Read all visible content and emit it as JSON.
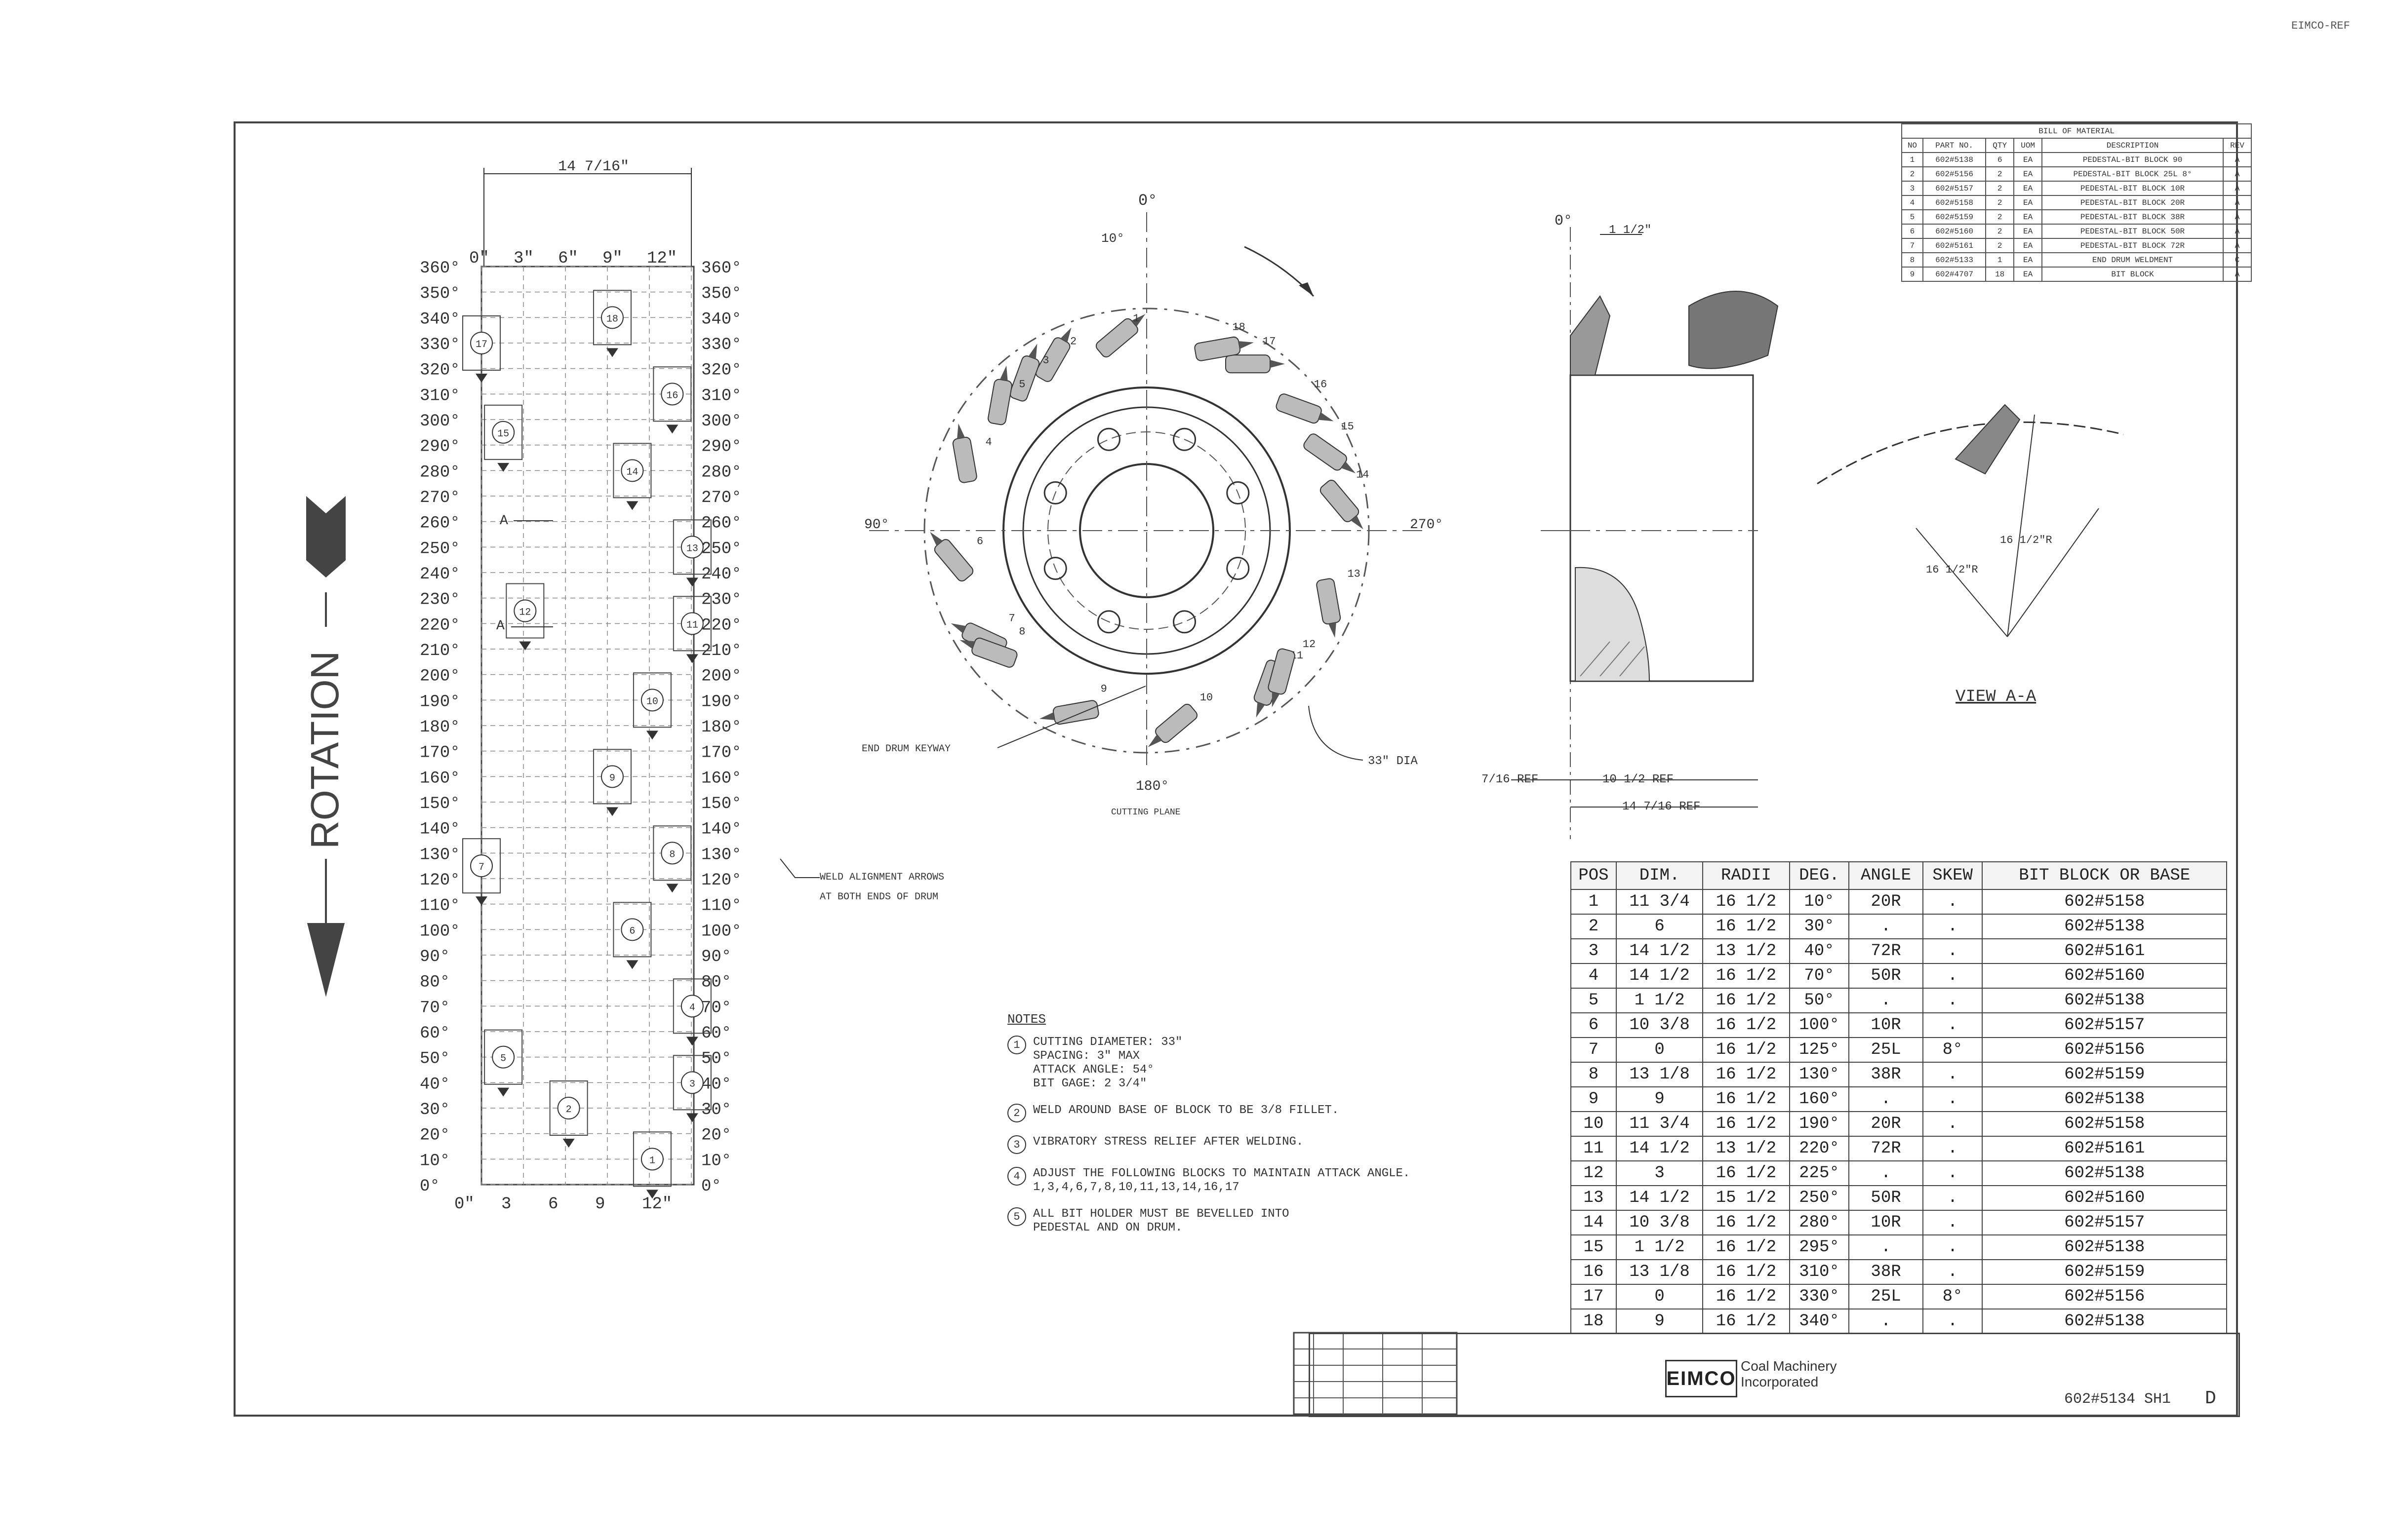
{
  "sheet_id": "EIMCO-REF",
  "layout_diagram": {
    "top_dimension": "14 7/16\"",
    "top_ticks": [
      "0\"",
      "3\"",
      "6\"",
      "9\"",
      "12\""
    ],
    "bottom_ticks": [
      "0\"",
      "3",
      "6",
      "9",
      "12\""
    ],
    "degree_labels": [
      "360°",
      "350°",
      "340°",
      "330°",
      "320°",
      "310°",
      "300°",
      "290°",
      "280°",
      "270°",
      "260°",
      "250°",
      "240°",
      "230°",
      "220°",
      "210°",
      "200°",
      "190°",
      "180°",
      "170°",
      "160°",
      "150°",
      "140°",
      "130°",
      "120°",
      "110°",
      "100°",
      "90°",
      "80°",
      "70°",
      "60°",
      "50°",
      "40°",
      "30°",
      "20°",
      "10°",
      "0°"
    ],
    "rotation_label": "ROTATION",
    "section_mark": "A",
    "block_markers": [
      "1",
      "2",
      "3",
      "4",
      "5",
      "6",
      "7",
      "8",
      "9",
      "10",
      "11",
      "12",
      "13",
      "14",
      "15",
      "16",
      "17",
      "18"
    ]
  },
  "end_view": {
    "angle_top": "0°",
    "angle_left": "90°",
    "angle_right": "270°",
    "angle_bottom": "180°",
    "top_angle_dim": "10°",
    "keyway_label": "END DRUM KEYWAY",
    "diameter_label": "33\" DIA",
    "bottom_note": "CUTTING PLANE"
  },
  "side_view": {
    "top_label": "0°",
    "top_dim": "1 1/2\"",
    "dim_left": "7/16 REF",
    "dim_mid": "10 1/2 REF",
    "dim_total": "14 7/16 REF"
  },
  "view_aa": {
    "label": "VIEW A-A",
    "dim1": "16 1/2\"R",
    "dim2": "16 1/2\"R"
  },
  "weld_note": {
    "line1": "WELD ALIGNMENT ARROWS",
    "line2": "AT BOTH ENDS OF DRUM"
  },
  "notes": {
    "heading": "NOTES",
    "items": [
      {
        "num": "1",
        "text": "CUTTING DIAMETER: 33\"\nSPACING: 3\" MAX\nATTACK ANGLE: 54°\nBIT GAGE: 2 3/4\""
      },
      {
        "num": "2",
        "text": "WELD AROUND BASE OF BLOCK TO BE 3/8 FILLET."
      },
      {
        "num": "3",
        "text": "VIBRATORY STRESS RELIEF AFTER WELDING."
      },
      {
        "num": "4",
        "text": "ADJUST THE FOLLOWING BLOCKS TO MAINTAIN ATTACK ANGLE.\n1,3,4,6,7,8,10,11,13,14,16,17"
      },
      {
        "num": "5",
        "text": "ALL BIT HOLDER MUST BE BEVELLED INTO\nPEDESTAL AND ON DRUM."
      }
    ]
  },
  "position_table": {
    "headers": [
      "POS",
      "DIM.",
      "RADII",
      "DEG.",
      "ANGLE",
      "SKEW",
      "BIT BLOCK OR BASE"
    ],
    "rows": [
      [
        "1",
        "11 3/4",
        "16 1/2",
        "10°",
        "20R",
        ".",
        "602#5158"
      ],
      [
        "2",
        "6",
        "16 1/2",
        "30°",
        ".",
        ".",
        "602#5138"
      ],
      [
        "3",
        "14 1/2",
        "13 1/2",
        "40°",
        "72R",
        ".",
        "602#5161"
      ],
      [
        "4",
        "14 1/2",
        "16 1/2",
        "70°",
        "50R",
        ".",
        "602#5160"
      ],
      [
        "5",
        "1 1/2",
        "16 1/2",
        "50°",
        ".",
        ".",
        "602#5138"
      ],
      [
        "6",
        "10 3/8",
        "16 1/2",
        "100°",
        "10R",
        ".",
        "602#5157"
      ],
      [
        "7",
        "0",
        "16 1/2",
        "125°",
        "25L",
        "8°",
        "602#5156"
      ],
      [
        "8",
        "13 1/8",
        "16 1/2",
        "130°",
        "38R",
        ".",
        "602#5159"
      ],
      [
        "9",
        "9",
        "16 1/2",
        "160°",
        ".",
        ".",
        "602#5138"
      ],
      [
        "10",
        "11 3/4",
        "16 1/2",
        "190°",
        "20R",
        ".",
        "602#5158"
      ],
      [
        "11",
        "14 1/2",
        "13 1/2",
        "220°",
        "72R",
        ".",
        "602#5161"
      ],
      [
        "12",
        "3",
        "16 1/2",
        "225°",
        ".",
        ".",
        "602#5138"
      ],
      [
        "13",
        "14 1/2",
        "15 1/2",
        "250°",
        "50R",
        ".",
        "602#5160"
      ],
      [
        "14",
        "10 3/8",
        "16 1/2",
        "280°",
        "10R",
        ".",
        "602#5157"
      ],
      [
        "15",
        "1 1/2",
        "16 1/2",
        "295°",
        ".",
        ".",
        "602#5138"
      ],
      [
        "16",
        "13 1/8",
        "16 1/2",
        "310°",
        "38R",
        ".",
        "602#5159"
      ],
      [
        "17",
        "0",
        "16 1/2",
        "330°",
        "25L",
        "8°",
        "602#5156"
      ],
      [
        "18",
        "9",
        "16 1/2",
        "340°",
        ".",
        ".",
        "602#5138"
      ]
    ]
  },
  "bom": {
    "title": "BILL OF MATERIAL",
    "headers": [
      "NO",
      "PART NO.",
      "QTY",
      "UOM",
      "DESCRIPTION",
      "REV"
    ],
    "rows": [
      [
        "1",
        "602#5138",
        "6",
        "EA",
        "PEDESTAL-BIT BLOCK 90",
        "A"
      ],
      [
        "2",
        "602#5156",
        "2",
        "EA",
        "PEDESTAL-BIT BLOCK 25L 8°",
        "A"
      ],
      [
        "3",
        "602#5157",
        "2",
        "EA",
        "PEDESTAL-BIT BLOCK 10R",
        "A"
      ],
      [
        "4",
        "602#5158",
        "2",
        "EA",
        "PEDESTAL-BIT BLOCK 20R",
        "A"
      ],
      [
        "5",
        "602#5159",
        "2",
        "EA",
        "PEDESTAL-BIT BLOCK 38R",
        "A"
      ],
      [
        "6",
        "602#5160",
        "2",
        "EA",
        "PEDESTAL-BIT BLOCK 50R",
        "A"
      ],
      [
        "7",
        "602#5161",
        "2",
        "EA",
        "PEDESTAL-BIT BLOCK 72R",
        "A"
      ],
      [
        "8",
        "602#5133",
        "1",
        "EA",
        "END DRUM WELDMENT",
        "C"
      ],
      [
        "9",
        "602#4707",
        "18",
        "EA",
        "BIT BLOCK",
        "A"
      ]
    ]
  },
  "title_block": {
    "logo": "EIMCO",
    "company_line1": "Coal Machinery",
    "company_line2": "Incorporated",
    "drawing_number": "602#5134 SH1",
    "revision": "D"
  }
}
